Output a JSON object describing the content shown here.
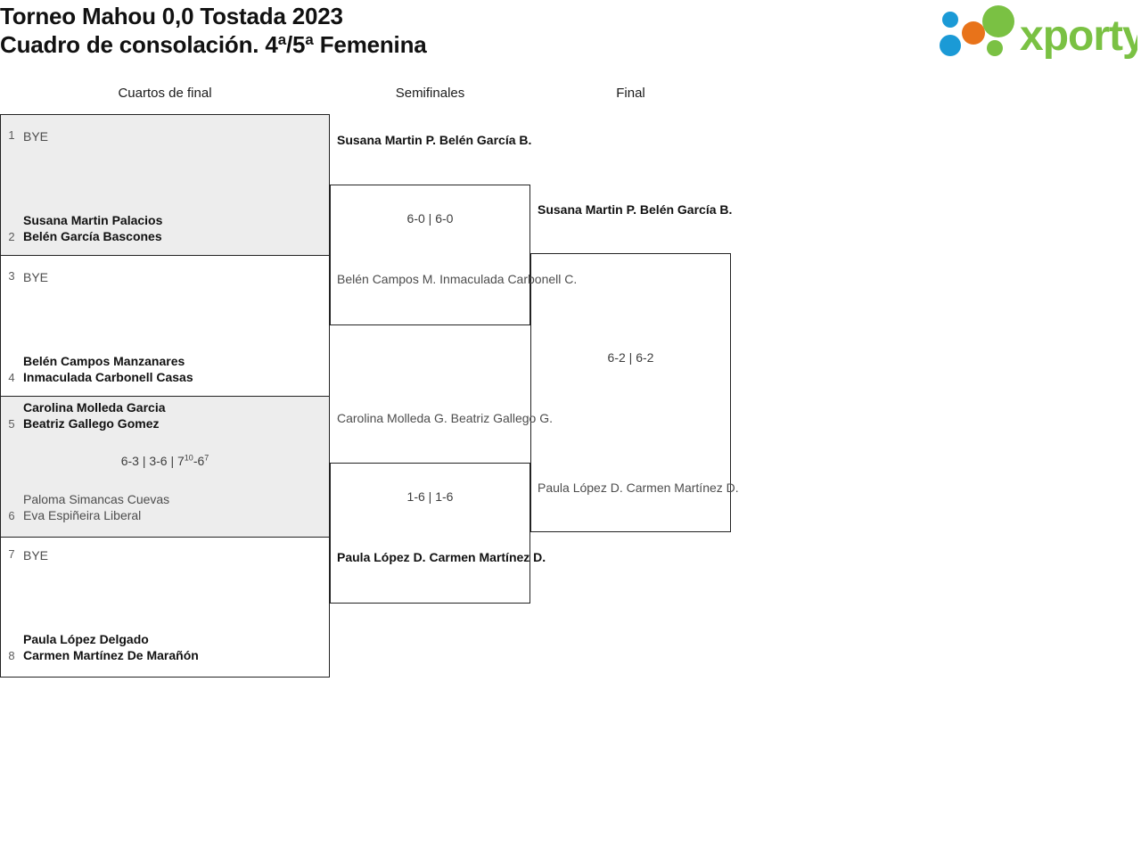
{
  "header": {
    "title_line1": "Torneo Mahou 0,0 Tostada 2023",
    "title_line2": "Cuadro de consolación. 4ª/5ª Femenina",
    "logo_text": "xporty",
    "logo_colors": {
      "green": "#7ac143",
      "orange": "#e8731a",
      "blue": "#1b9ad6"
    }
  },
  "rounds": [
    {
      "key": "qf",
      "label": "Cuartos de final"
    },
    {
      "key": "sf",
      "label": "Semifinales"
    },
    {
      "key": "f",
      "label": "Final"
    }
  ],
  "quarterfinals": [
    {
      "shaded": true,
      "top": {
        "seed": "1",
        "bye": true,
        "text": "BYE",
        "line1": "BYE",
        "line2": "",
        "result": "loser"
      },
      "bottom": {
        "seed": "2",
        "bye": false,
        "line1": "Susana Martin Palacios",
        "line2": "Belén García Bascones",
        "result": "winner"
      },
      "score": ""
    },
    {
      "shaded": false,
      "top": {
        "seed": "3",
        "bye": true,
        "line1": "BYE",
        "line2": "",
        "result": "loser"
      },
      "bottom": {
        "seed": "4",
        "bye": false,
        "line1": "Belén Campos Manzanares",
        "line2": "Inmaculada Carbonell Casas",
        "result": "winner"
      },
      "score": ""
    },
    {
      "shaded": true,
      "top": {
        "seed": "5",
        "bye": false,
        "line1": "Carolina Molleda Garcia",
        "line2": "Beatriz Gallego Gomez",
        "result": "winner"
      },
      "bottom": {
        "seed": "6",
        "bye": false,
        "line1": "Paloma Simancas Cuevas",
        "line2": "Eva Espiñeira Liberal",
        "result": "loser"
      },
      "score": "6-3 | 3-6 | 7<sup>10</sup>-6<sup>7</sup>"
    },
    {
      "shaded": false,
      "top": {
        "seed": "7",
        "bye": true,
        "line1": "BYE",
        "line2": "",
        "result": "loser"
      },
      "bottom": {
        "seed": "8",
        "bye": false,
        "line1": "Paula López Delgado",
        "line2": "Carmen Martínez De Marañón",
        "result": "winner"
      },
      "score": ""
    }
  ],
  "semifinals": [
    {
      "top": {
        "line1": "Susana Martin P.",
        "line2": "Belén García B.",
        "result": "winner"
      },
      "bottom": {
        "line1": "Belén Campos M.",
        "line2": "Inmaculada Carbonell C.",
        "result": "loser"
      },
      "score": "6-0 | 6-0"
    },
    {
      "top": {
        "line1": "Carolina Molleda G.",
        "line2": "Beatriz Gallego G.",
        "result": "loser"
      },
      "bottom": {
        "line1": "Paula López D.",
        "line2": "Carmen Martínez D.",
        "result": "winner"
      },
      "score": "1-6 | 1-6"
    }
  ],
  "final": {
    "top": {
      "line1": "Susana Martin P.",
      "line2": "Belén García B.",
      "result": "winner"
    },
    "bottom": {
      "line1": "Paula López D.",
      "line2": "Carmen Martínez D.",
      "result": "loser"
    },
    "score": "6-2 | 6-2"
  }
}
